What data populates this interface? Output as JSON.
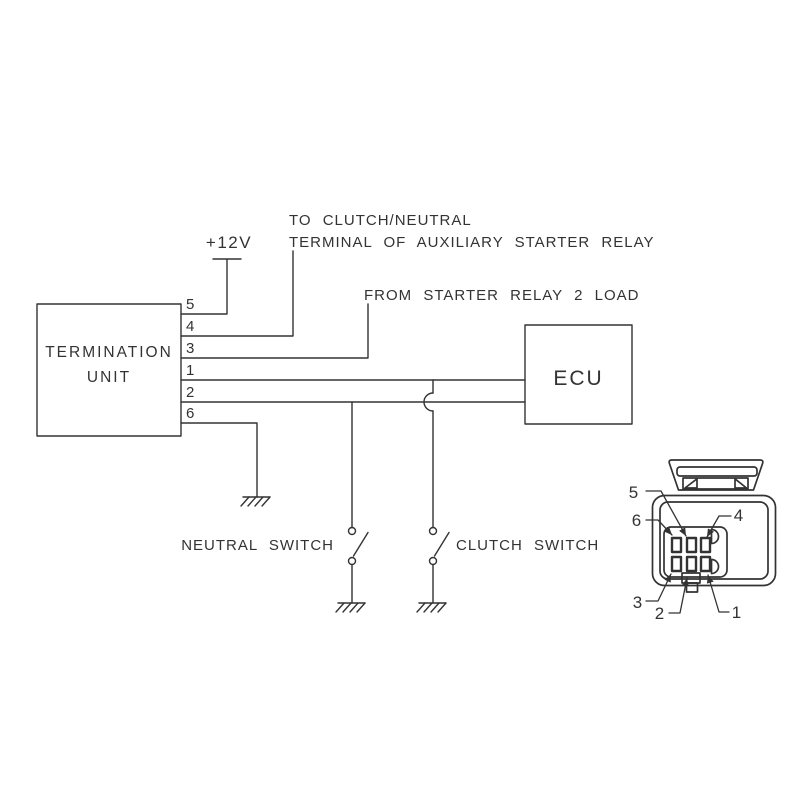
{
  "colors": {
    "ink": "#333333",
    "background": "#ffffff"
  },
  "termination_unit": {
    "name_line1": "TERMINATION",
    "name_line2": "UNIT",
    "pins": {
      "p5": "5",
      "p4": "4",
      "p3": "3",
      "p1": "1",
      "p2": "2",
      "p6": "6"
    }
  },
  "ecu": {
    "name": "ECU"
  },
  "power": {
    "label": "+12V"
  },
  "annotations": {
    "pin4_line1": "TO CLUTCH/NEUTRAL",
    "pin4_line2": "TERMINAL OF AUXILIARY STARTER RELAY",
    "pin3": "FROM STARTER RELAY 2 LOAD"
  },
  "switches": {
    "neutral": "NEUTRAL SWITCH",
    "clutch": "CLUTCH SWITCH"
  },
  "connector": {
    "pins": {
      "p5": "5",
      "p6": "6",
      "p4": "4",
      "p3": "3",
      "p2": "2",
      "p1": "1"
    }
  }
}
